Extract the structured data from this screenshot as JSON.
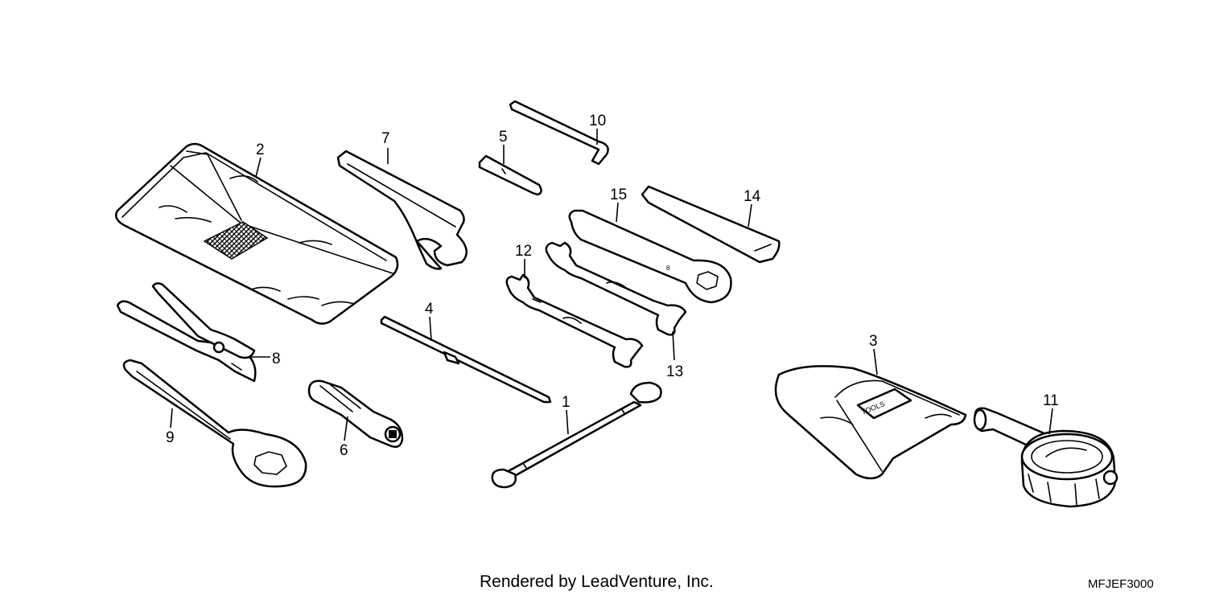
{
  "callouts": [
    "1",
    "2",
    "3",
    "4",
    "5",
    "6",
    "7",
    "8",
    "9",
    "10",
    "11",
    "12",
    "13",
    "14",
    "15"
  ],
  "footer": {
    "credit": "Rendered by LeadVenture, Inc.",
    "code": "MFJEF3000"
  },
  "colors": {
    "line": "#000000",
    "background": "#ffffff"
  }
}
